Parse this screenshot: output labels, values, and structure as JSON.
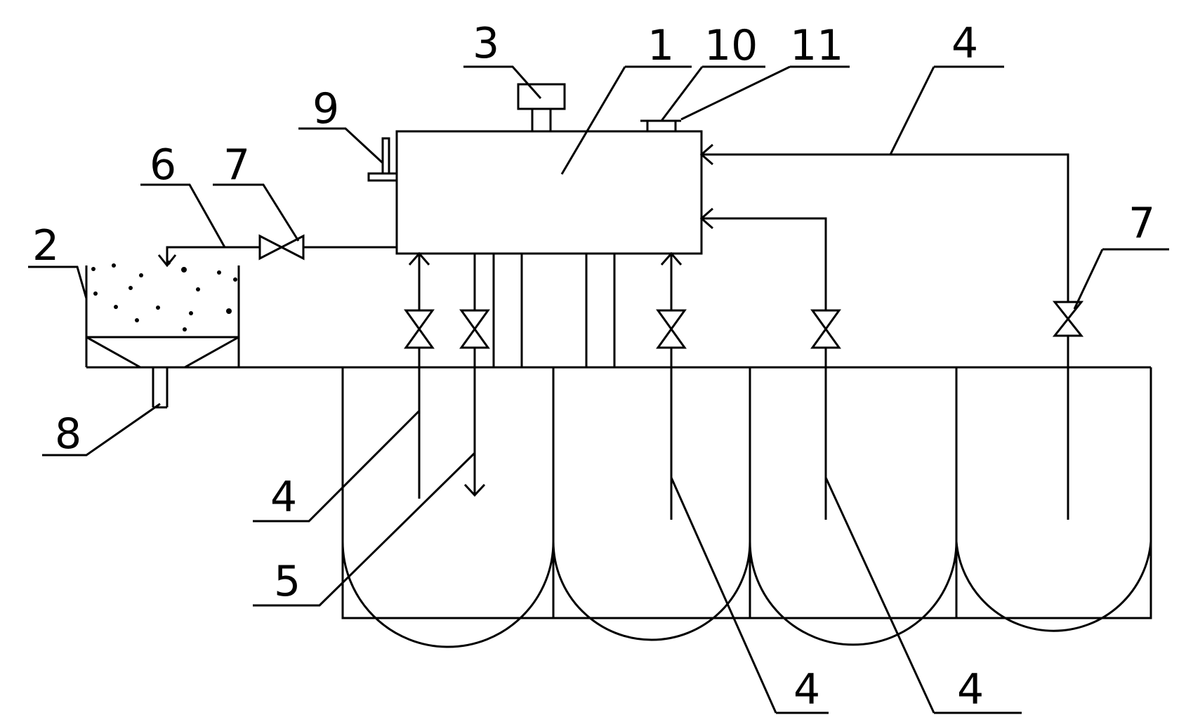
{
  "diagram": {
    "labels": {
      "part_1": "1",
      "part_2": "2",
      "part_3": "3",
      "part_4": "4",
      "part_5": "5",
      "part_6": "6",
      "part_7": "7",
      "part_8": "8",
      "part_9": "9",
      "part_10": "10",
      "part_11": "11"
    }
  }
}
